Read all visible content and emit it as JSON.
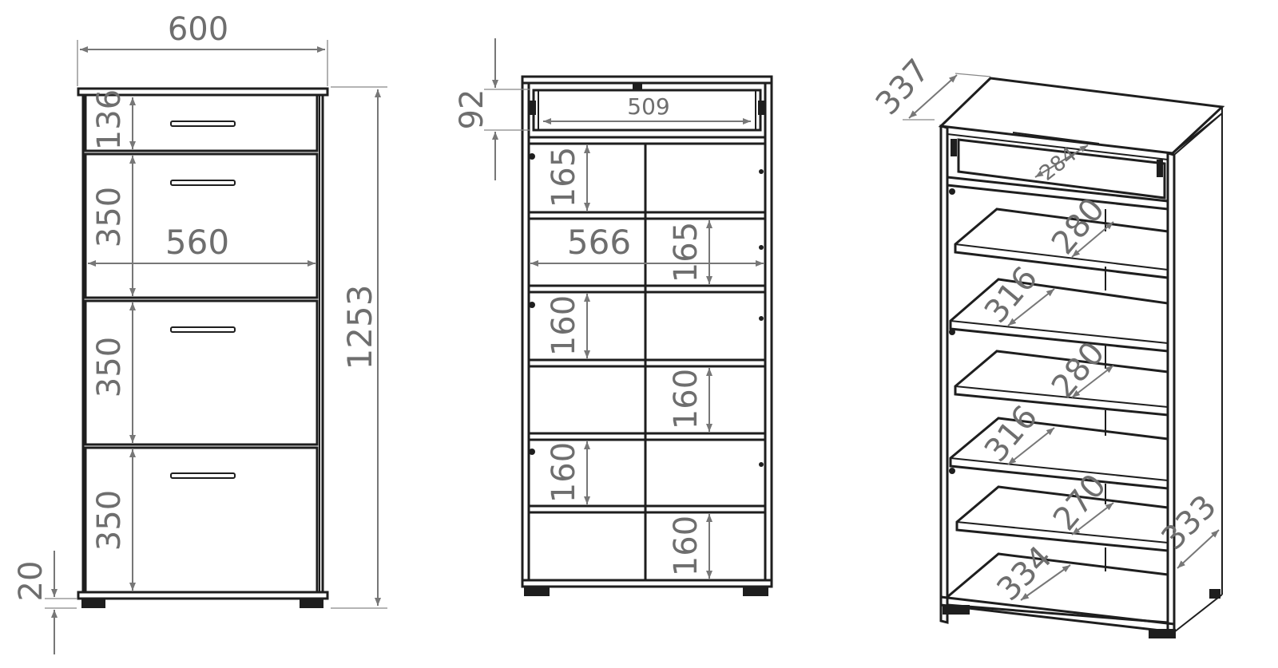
{
  "colors": {
    "line": "#1e1e1e",
    "dimension": "#777777",
    "text": "#6e6e6e",
    "background": "#ffffff"
  },
  "front_view": {
    "width": "600",
    "height": "1253",
    "drawer_height": "136",
    "door_height_1": "350",
    "inner_width": "560",
    "door_height_2": "350",
    "door_height_3": "350",
    "plinth_height": "20"
  },
  "open_view": {
    "drawer_height": "92",
    "drawer_width": "509",
    "inner_width": "566",
    "shelf_left_1": "165",
    "shelf_right_2": "165",
    "shelf_left_3": "160",
    "shelf_right_4": "160",
    "shelf_left_5": "160",
    "shelf_right_6": "160"
  },
  "perspective_view": {
    "depth": "337",
    "drawer_depth": "284",
    "shelf_1": "280",
    "shelf_2": "316",
    "shelf_3": "280",
    "shelf_4": "316",
    "shelf_5": "270",
    "bottom_depth": "334",
    "side_depth": "333"
  }
}
